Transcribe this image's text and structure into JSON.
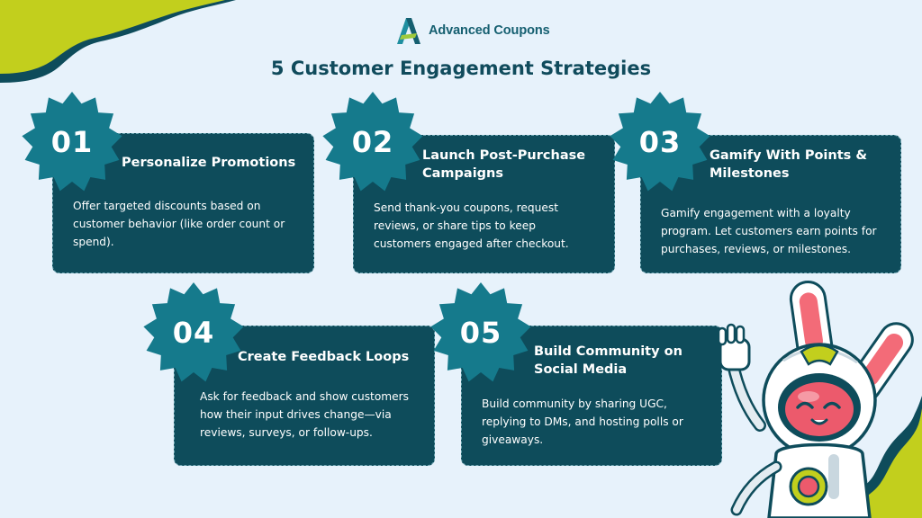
{
  "brand": {
    "name": "Advanced Coupons"
  },
  "title": "5 Customer Engagement Strategies",
  "colors": {
    "card": "#0e4c5b",
    "badge": "#157a8c",
    "accent_lime": "#c2cf1d",
    "title": "#104b5c"
  },
  "strategies": [
    {
      "number": "01",
      "title": "Personalize Promotions",
      "body": "Offer targeted discounts based on customer behavior (like order count or spend)."
    },
    {
      "number": "02",
      "title": "Launch Post-Purchase Campaigns",
      "body": "Send thank-you coupons, request reviews, or share tips to keep customers engaged after checkout."
    },
    {
      "number": "03",
      "title": "Gamify With Points & Milestones",
      "body": "Gamify engagement with a loyalty program. Let customers earn points for purchases, reviews, or milestones."
    },
    {
      "number": "04",
      "title": "Create Feedback Loops",
      "body": "Ask for feedback and show customers how their input drives change—via reviews, surveys, or follow-ups."
    },
    {
      "number": "05",
      "title": "Build Community on Social Media",
      "body": "Build community by sharing UGC, replying to DMs, and hosting polls or giveaways."
    }
  ],
  "icons": [
    "logo-icon",
    "starburst-badge-icon",
    "robot-bunny-mascot-icon"
  ]
}
